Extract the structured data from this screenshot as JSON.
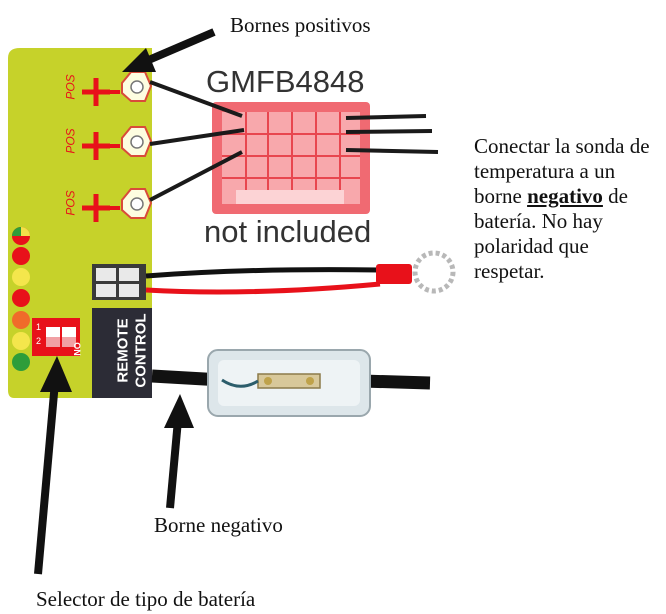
{
  "labels": {
    "positive_terminals": "Bornes positivos",
    "negative_terminal": "Borne negativo",
    "battery_selector": "Selector de tipo de batería",
    "model": "GMFB4848",
    "not_included": "not included"
  },
  "description": {
    "before": "Conectar la sonda de temperatura a un borne ",
    "emphasis": "negativo",
    "after": " de batería. No hay polaridad que respetar."
  },
  "board": {
    "pos_label": "POS",
    "remote_control": [
      "REMOTE",
      "CONTROL"
    ],
    "switch_numbers": [
      "1",
      "2"
    ],
    "switch_on": "ON"
  },
  "colors": {
    "board": "#c6d22a",
    "red": "#e8111a",
    "fuse_block": "#f06a72",
    "arrow": "#111111"
  },
  "leds": [
    "multicolor",
    "red",
    "yellow",
    "red",
    "orange",
    "yellow",
    "green"
  ]
}
